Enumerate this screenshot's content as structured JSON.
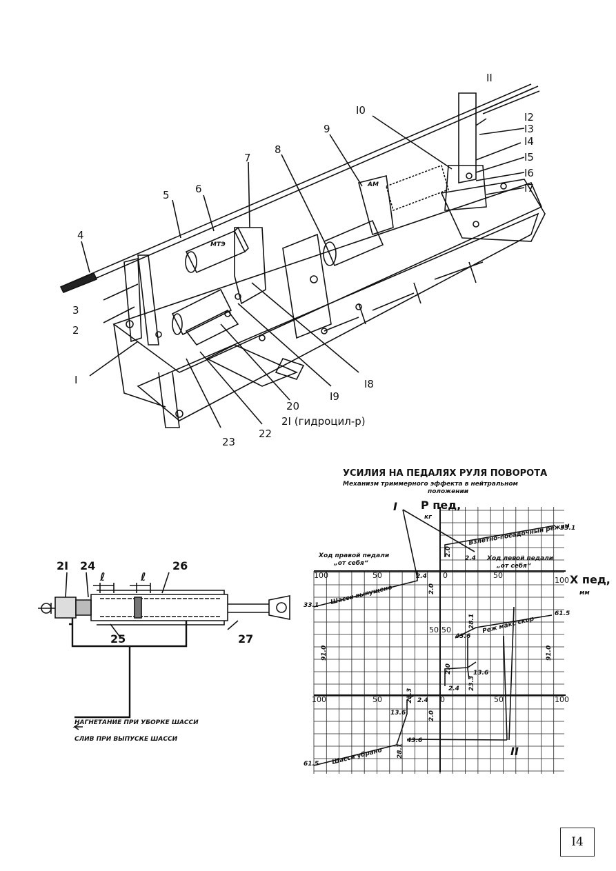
{
  "mechanism_labels": {
    "l1": "I",
    "l2": "2",
    "l3": "3",
    "l4": "4",
    "l5": "5",
    "l6": "6",
    "l7": "7",
    "l8": "8",
    "l9": "9",
    "l10": "I0",
    "l11": "II",
    "l12": "I2",
    "l13": "I3",
    "l14": "I4",
    "l15": "I5",
    "l16": "I6",
    "l17": "I7",
    "l18": "I8",
    "l19": "I9",
    "l20": "20",
    "l21": "2I (гидроцил-р)",
    "l22": "22",
    "l23": "23"
  },
  "unit_marks": {
    "mtz": "МТЭ",
    "amt": "АМ"
  },
  "cylinder": {
    "l21": "2I",
    "l24": "24",
    "l26": "26",
    "l25": "25",
    "l27": "27",
    "len_a": "ℓ",
    "len_b": "ℓ",
    "legend_pressure": "НАГНЕТАНИЕ ПРИ УБОРКЕ ШАССИ",
    "legend_drain": "СЛИВ ПРИ ВЫПУСКЕ ШАССИ"
  },
  "chart": {
    "title": "УСИЛИЯ НА ПЕДАЛЯХ РУЛЯ ПОВОРОТА",
    "subtitle1": "Механизм триммерного эффекта в нейтральном",
    "subtitle2": "положении",
    "mark_I": "I",
    "mark_II": "II",
    "ylabel": "Р пед,",
    "ylabel_unit": "кг",
    "xlabel": "X пед,",
    "xlabel_unit": "мм",
    "left_travel_1": "Ход правой педали",
    "left_travel_2": "„от себя“",
    "right_travel_1": "Ход левой педали",
    "right_travel_2": "„от себя“",
    "mode_takeoff": "Взлетно-посадочный режим",
    "mode_max": "Реж макс скор",
    "gear_down": "Шасси выпущено",
    "gear_up": "Шасси убрано",
    "ticks": {
      "t100a": "100",
      "t50a": "50",
      "t0a": "0",
      "t50b": "50",
      "t100b": "100",
      "y50a": "50",
      "y50b": "50",
      "t100c": "100",
      "t50c": "50",
      "t0c": "0",
      "t50d": "50",
      "t100d": "100"
    },
    "values": {
      "v331a": "33.1",
      "v24a": "2.4",
      "v20a": "2.0",
      "v24b": "2.4",
      "v20b": "2.0",
      "v331b": "33.1",
      "v281a": "28.1",
      "v436a": "43.6",
      "v615a": "61.5",
      "v910a": "91.0",
      "v910b": "91.0",
      "v20c": "2.0",
      "v136a": "13.6",
      "v24c": "2.4",
      "v233a": "23.3",
      "v233b": "23.3",
      "v24d": "2.4",
      "v136b": "13.6",
      "v20d": "2.0",
      "v436b": "43.6",
      "v281b": "28.1",
      "v615b": "61.5"
    }
  },
  "page_number": "I4"
}
